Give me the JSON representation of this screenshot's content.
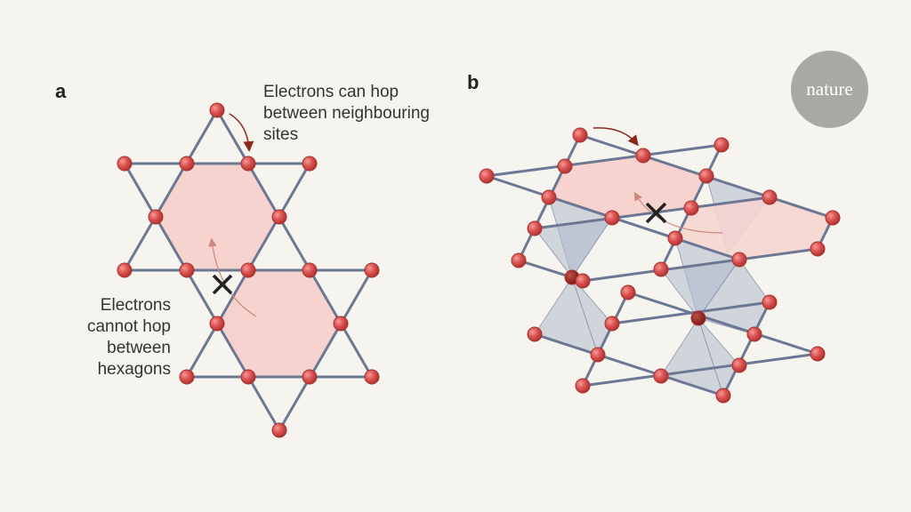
{
  "panel_a": {
    "label": "a",
    "annotation_top": "Electrons can hop between neighbouring sites",
    "annotation_bottom": "Electrons cannot hop between hexagons"
  },
  "panel_b": {
    "label": "b"
  },
  "logo": "nature",
  "colors": {
    "atom": "#d9514f",
    "bond": "#6b7793",
    "hexagon": "#f7d3cf",
    "polyhedron": "#b0b9cc",
    "arrow": "#8a2a1e"
  }
}
